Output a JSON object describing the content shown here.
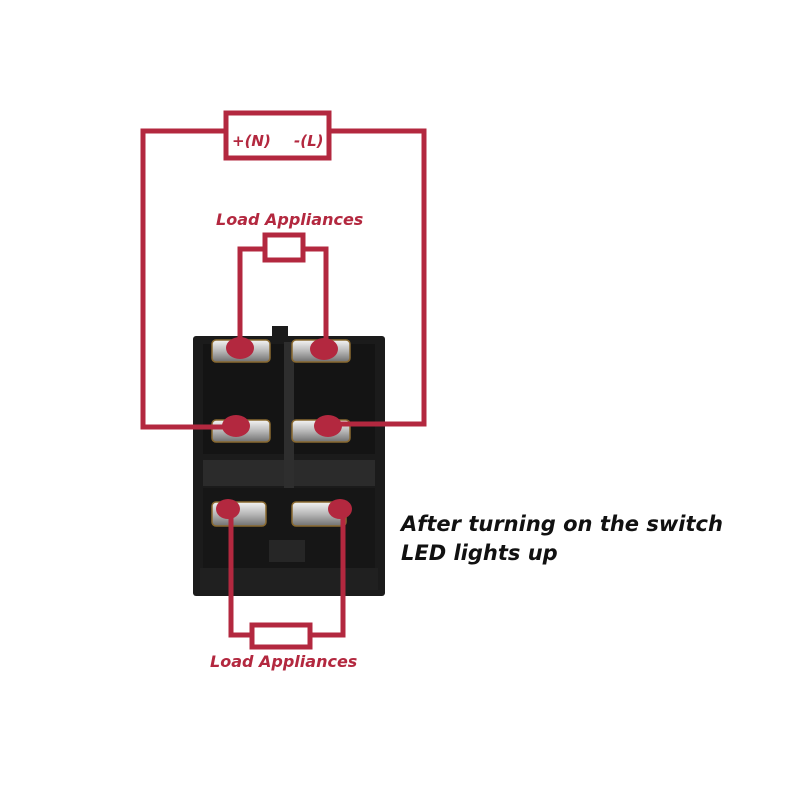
{
  "labels": {
    "power_positive": "+(N)",
    "power_negative": "-(L)",
    "load_top": "Load Appliances",
    "load_bottom": "Load Appliances"
  },
  "caption": {
    "line1": "After turning on the switch",
    "line2": "LED lights up"
  },
  "colors": {
    "wire": "#b3283f",
    "switch_body": "#1b1b1b",
    "caption_text": "#111111"
  }
}
